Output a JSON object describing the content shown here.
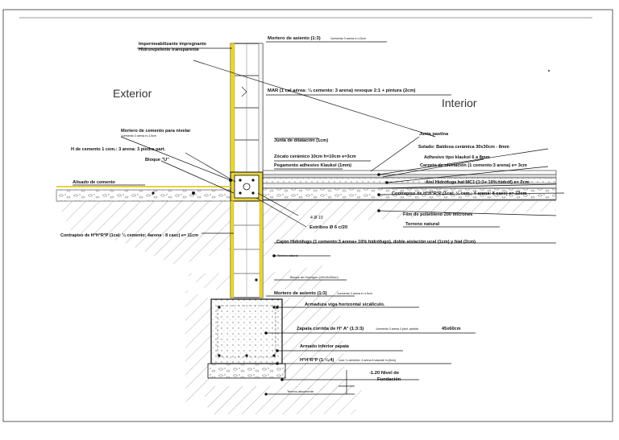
{
  "regions": {
    "exterior": "Exterior",
    "interior": "Interior"
  },
  "labels": {
    "impermeabilizante": "Impermeabilizante impregnante",
    "hidrorepelente": "Hidrorepelente transparente",
    "mortero_top": "Mortero de asiento (1:3)",
    "mortero_top_small": "1cemento 3 arena e=1.5cm",
    "mar": "MAR (1 cal aérea: ¼ cemento: 3 arena) revoque 2:1 + pintura (2cm)",
    "mortero_nivelar": "Mortero de cemento para nivelar",
    "mortero_nivelar_small": "1cemento 3 arena e=1.5cm",
    "h_cemento": "H de cemento 1 cem.: 3 arena: 3 piedra part.",
    "bloque_u": "Bloque \"U\"",
    "alisado": "Alisado de cemento",
    "junta_dilatacion": "Junta de dilatación (1cm)",
    "zocalo": "Zócalo cerámico 10cm h=10cm e=3cm",
    "pegamento": "Pegamento adhesivo Klaukol (1mm)",
    "junta_pastina": "Junta pastina",
    "solado": "Solado: Baldosa cerámica 30x30cm - 8mm",
    "adhesivo": "Adhesivo tipo klaukol  6 a 8mm",
    "carpeta": "Carpeta de nivelación (1 cemento:3 arena) e= 3cm",
    "aisl_hidrofuga": "Aisl Hidrófuga hal MC1 (1:3+ 10% hidróf) e= 2cm",
    "contrapiso_int": "Contrapiso de H°H°R°P (1cal: ¼ cem.: 4 arena: 8 casc) e= 12cm",
    "film": "Film de polietileno 200 micrones",
    "terreno_natural_main": "Terreno natural",
    "hierros": "4 Ø 10",
    "estribos": "Estribos Ø 6 c/20",
    "contrapiso_ext": "Contrapiso de H°H°R°P (1cal: ¼ cemento: 4arena : 8 casc) e= 11cm",
    "cajon": "Cajón Hidrófugo (1 cemento:3 arena+ 10% hidrófugo), doble aislación ucal (1cm) y hial (2cm)",
    "terreno_natural_small": "Terreno natural",
    "bloque_hormigon": "Bloque de Hormigón  (19x19x39cm)",
    "mortero_bottom": "Mortero de asiento (1:3)",
    "mortero_bottom_small": "1cemento 3 arena e=1.5cm",
    "armadura_viga": "Armadura viga horizontal sicállculo.",
    "zapata": "Zapata corrida de H° A° (1:3:3)",
    "zapata_small": "1cemento 3 arena 3 pied. partida",
    "zapata_dim": "45x60cm",
    "armado_zapata": "Armado inferior zapata",
    "hhrp": "H°H°R°P (1:¼:4)",
    "hhrp_small": "1cal: ¼ cemento: 4 arena 8 cascote h=(5cm)",
    "nivel_value": "-1.20 Nivel de",
    "nivel_label": "Fundación",
    "terreno_absorbente": "Terreno absorbente"
  },
  "colors": {
    "line": "#111111",
    "insulation": "#e7d43a",
    "insulation_edge": "#b8a000",
    "concrete": "#d6d6d6",
    "ground_hatch": "#999999",
    "fill_light": "#efefef"
  }
}
